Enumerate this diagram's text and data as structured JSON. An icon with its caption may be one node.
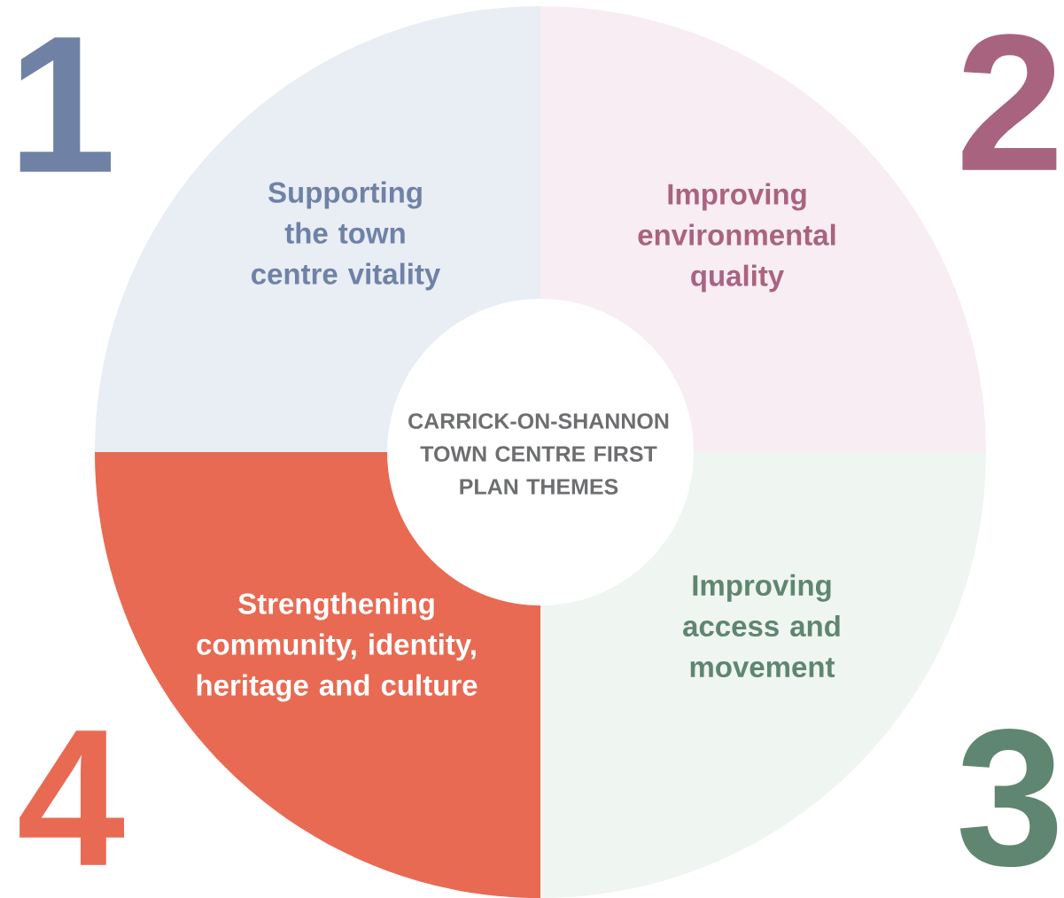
{
  "diagram": {
    "nodes": [
      {
        "text": [
          "CARRICK-ON-SHANNON TOWN CENTRE FIRST PLAN THEMES"
        ]
      },
      {
        "text": [
          "Supporting the town centre vitality"
        ],
        "beside": [
          "1"
        ]
      },
      {
        "text": [
          "Improving environmental quality"
        ],
        "beside": [
          "2"
        ]
      },
      {
        "text": [
          "Improving access and movement"
        ],
        "beside": [
          "3"
        ]
      },
      {
        "text": [
          "Strengthening community, identity, heritage and culture"
        ],
        "beside": [
          "4"
        ]
      }
    ]
  }
}
